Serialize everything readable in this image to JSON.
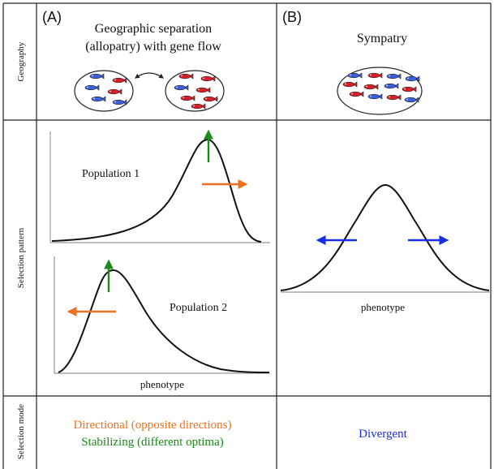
{
  "row_labels": {
    "geography": "Geography",
    "selection_pattern": "Selection pattern",
    "selection_mode": "Selection mode"
  },
  "panel_a": {
    "letter": "(A)",
    "title_line1": "Geographic separation",
    "title_line2": "(allopatry) with gene flow",
    "population1_label": "Population 1",
    "population2_label": "Population 2",
    "xlabel": "phenotype",
    "mode_line1": "Directional (opposite directions)",
    "mode_line2": "Stabilizing (different optima)"
  },
  "panel_b": {
    "letter": "(B)",
    "title": "Sympatry",
    "xlabel": "phenotype",
    "mode": "Divergent"
  },
  "colors": {
    "directional": "#f07020",
    "stabilizing": "#1a8a1a",
    "divergent": "#1a2ee0",
    "fish_blue": "#3a5fd8",
    "fish_red": "#d8202a"
  },
  "fish": {
    "left_pond": [
      "blue",
      "red",
      "blue",
      "red",
      "blue",
      "blue"
    ],
    "right_pond": [
      "red",
      "red",
      "blue",
      "red",
      "red",
      "red",
      "red"
    ],
    "sympatry_pond": [
      "blue",
      "red",
      "blue",
      "blue",
      "red",
      "red",
      "blue",
      "red",
      "red",
      "blue",
      "red",
      "blue"
    ]
  }
}
